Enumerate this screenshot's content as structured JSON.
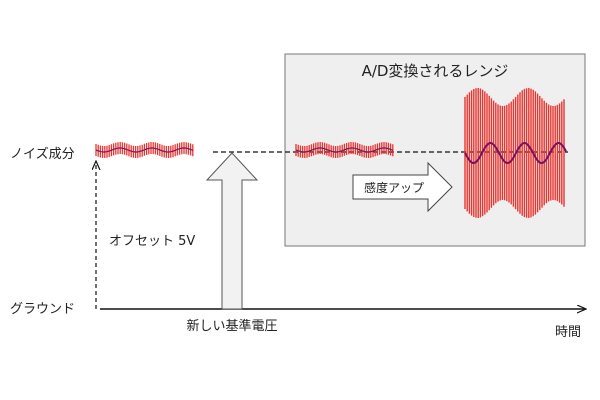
{
  "labels": {
    "noise": "ノイズ成分",
    "ground": "グラウンド",
    "offset": "オフセット 5V",
    "new_reference": "新しい基準電圧",
    "time": "時間",
    "adc_range": "A/D変換されるレンジ",
    "gain_up": "感度アップ"
  },
  "colors": {
    "noise_band": "#e8352f",
    "signal_line": "#7a1060",
    "range_box_fill": "#efefef",
    "range_box_stroke": "#777777",
    "axis": "#111111"
  }
}
